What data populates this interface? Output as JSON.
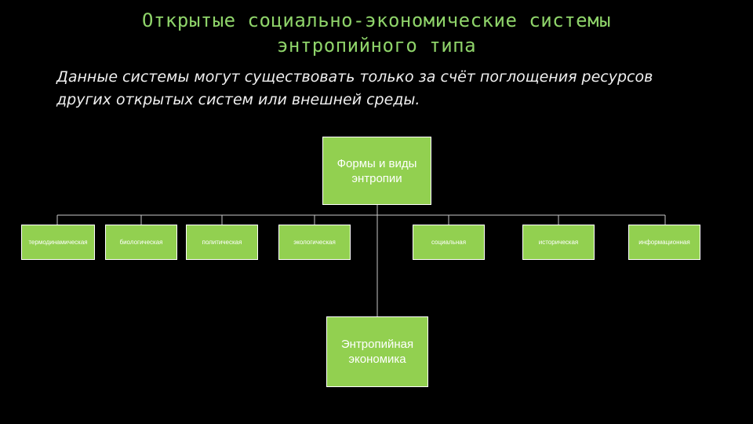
{
  "slide": {
    "title_lines": [
      "Открытые социально-экономические системы",
      "энтропийного типа"
    ],
    "body_lines": [
      "Данные системы могут существовать только за счёт поглощения ресурсов",
      "других открытых систем или внешней среды."
    ]
  },
  "diagram": {
    "root": "Формы и виды энтропии",
    "children": [
      "термодинамическая",
      "биологическая",
      "политическая",
      "экологическая",
      "социальная",
      "историческая",
      "информационная"
    ],
    "assistant": "Энтропийная экономика"
  },
  "colors": {
    "box_fill": "#92d050",
    "box_border": "#ffffff",
    "title_text": "#8fd46a",
    "body_text": "#f0f0f0",
    "connector": "#c8c8c8",
    "background": "#000000"
  }
}
